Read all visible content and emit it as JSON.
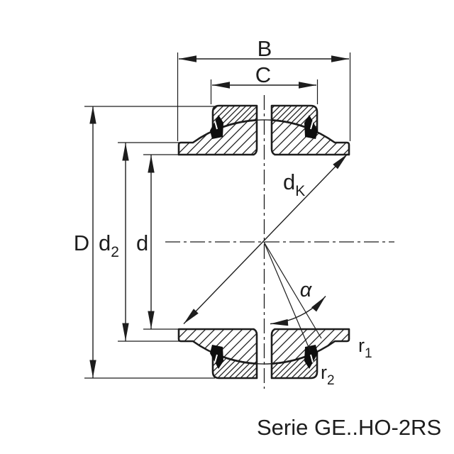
{
  "caption": "Serie GE..HO-2RS",
  "labels": {
    "B": "B",
    "C": "C",
    "D": "D",
    "d2": {
      "base": "d",
      "sub": "2"
    },
    "d": "d",
    "dK": {
      "base": "d",
      "sub": "K"
    },
    "alpha": "α",
    "r1": {
      "base": "r",
      "sub": "1"
    },
    "r2": {
      "base": "r",
      "sub": "2"
    }
  },
  "colors": {
    "background": "#ffffff",
    "line": "#1d1d1d",
    "seal": "#0e0e0e"
  }
}
